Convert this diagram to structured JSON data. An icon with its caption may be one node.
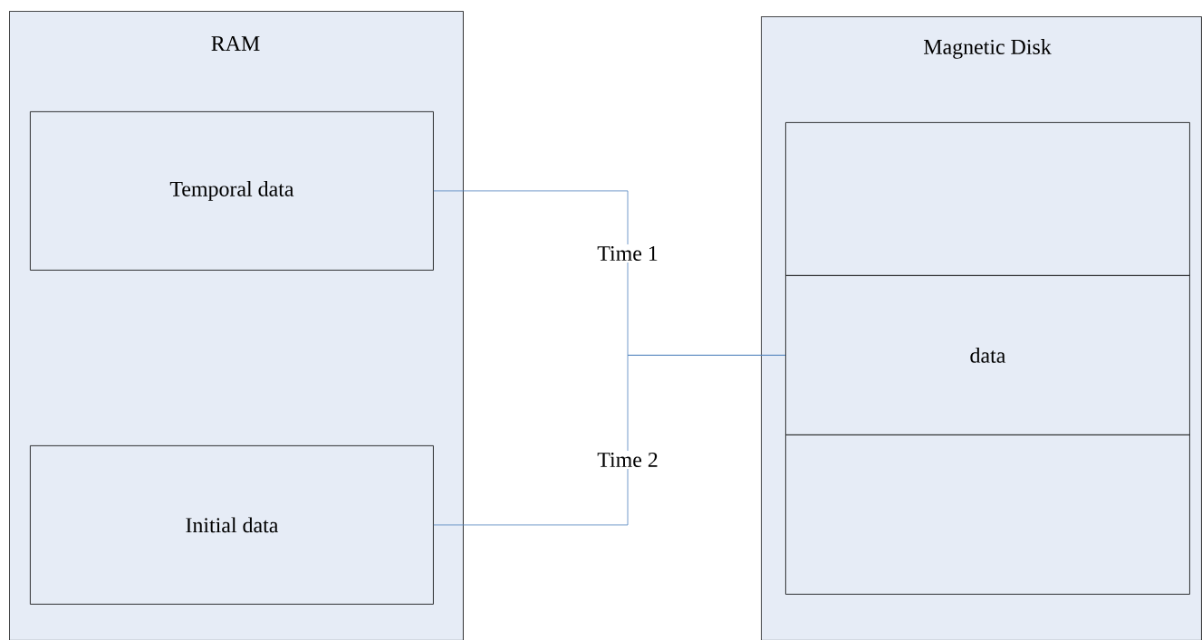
{
  "diagram": {
    "nodes": [
      {
        "text": [
          "RAM"
        ]
      },
      {
        "text": [
          "Temporal data"
        ],
        "in": 0
      },
      {
        "text": [
          "Initial data"
        ],
        "in": 0
      },
      {
        "text": [
          "Magnetic Disk"
        ]
      },
      {
        "text": [],
        "shape": "box",
        "in": 3
      },
      {
        "text": [
          "data"
        ],
        "in": 3
      },
      {
        "text": [],
        "shape": "box",
        "in": 3
      }
    ],
    "edges": [
      {
        "from": 1,
        "to": 5,
        "arrow": "none",
        "label": "Time 1"
      },
      {
        "from": 2,
        "to": 5,
        "arrow": "none",
        "label": "Time 2"
      }
    ]
  }
}
